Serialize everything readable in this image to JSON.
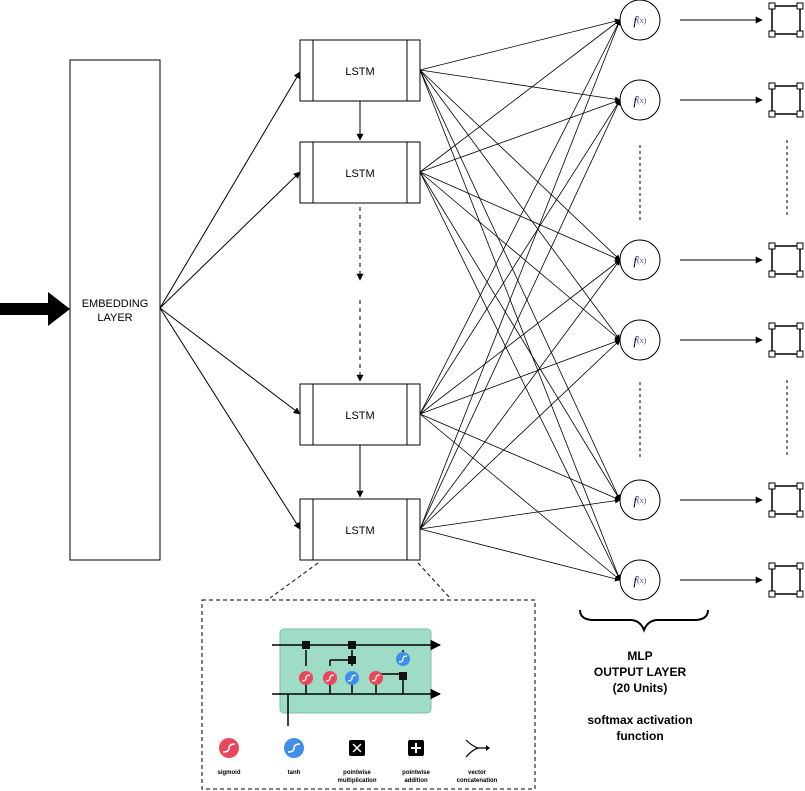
{
  "embedding": {
    "label_line1": "EMBEDDING",
    "label_line2": "LAYER"
  },
  "lstm_label": "LSTM",
  "lstm_count": 4,
  "neuron_label_f": "f",
  "neuron_label_x": "(x)",
  "output_count": 6,
  "mlp": {
    "line1": "MLP",
    "line2": "OUTPUT LAYER",
    "line3": "(20 Units)",
    "activation_line1": "softmax activation",
    "activation_line2": "function"
  },
  "legend": {
    "sigmoid": "sigmoid",
    "tanh": "tanh",
    "mult_line1": "pointwise",
    "mult_line2": "multiplication",
    "add_line1": "pointwise",
    "add_line2": "addition",
    "concat_line1": "vector",
    "concat_line2": "concatenation"
  },
  "colors": {
    "cell_background": "#9fdcc6",
    "sigmoid": "#e8485a",
    "tanh": "#3f8fe8",
    "stroke": "#000000"
  }
}
